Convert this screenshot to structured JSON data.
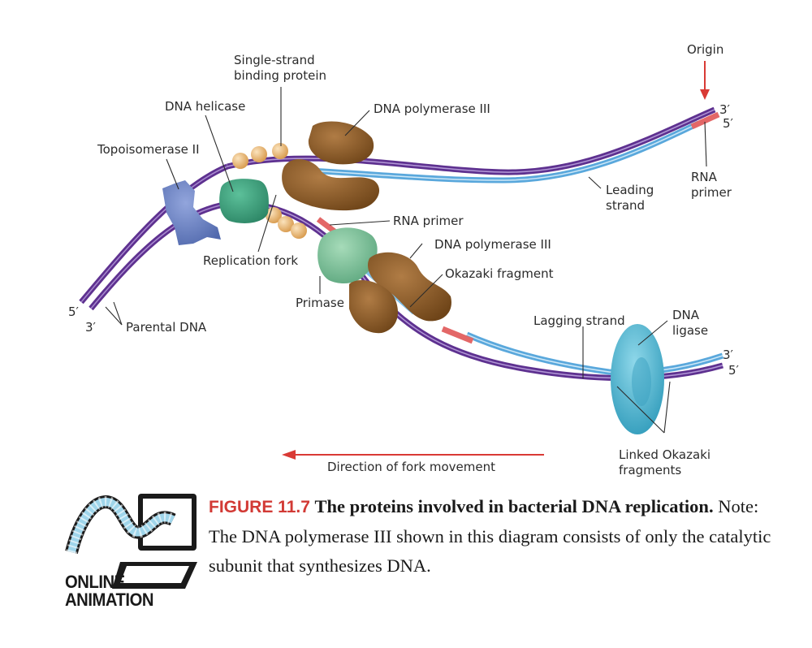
{
  "labels": {
    "origin": "Origin",
    "ssb_line1": "Single-strand",
    "ssb_line2": "binding protein",
    "dna_helicase": "DNA helicase",
    "dna_pol_top": "DNA polymerase III",
    "topoisomerase": "Topoisomerase II",
    "rna_primer_right_line1": "RNA",
    "rna_primer_right_line2": "primer",
    "leading_line1": "Leading",
    "leading_line2": "strand",
    "rna_primer_mid": "RNA primer",
    "dna_pol_mid": "DNA polymerase III",
    "replication_fork": "Replication fork",
    "okazaki": "Okazaki fragment",
    "primase": "Primase",
    "five_prime_left": "5′",
    "three_prime_left": "3′",
    "parental_dna": "Parental DNA",
    "lagging_strand": "Lagging strand",
    "ligase_line1": "DNA",
    "ligase_line2": "ligase",
    "three_prime_top_right": "3′",
    "five_prime_top_right": "5′",
    "three_prime_bottom_right": "3′",
    "five_prime_bottom_right": "5′",
    "linked_line1": "Linked Okazaki",
    "linked_line2": "fragments",
    "fork_direction": "Direction of fork movement"
  },
  "caption": {
    "figure_number": "FIGURE 11.7",
    "title": "The proteins involved in bacterial DNA replication.",
    "body": "Note: The DNA polymerase III shown in this diagram consists of only the catalytic subunit that synthesizes DNA."
  },
  "logo": {
    "line1": "ONLINE",
    "line2": "ANIMATION"
  },
  "colors": {
    "parental_strand": "#6a3d98",
    "new_strand": "#7fbfe8",
    "rna_primer": "#e36767",
    "arrow_red": "#d93a35",
    "polymerase": "#8a5a2b",
    "helicase": "#3aa07e",
    "primase": "#7fc49d",
    "topoisomerase": "#6a82c4",
    "ssb": "#e8b36c",
    "ligase": "#4cb6d0"
  }
}
